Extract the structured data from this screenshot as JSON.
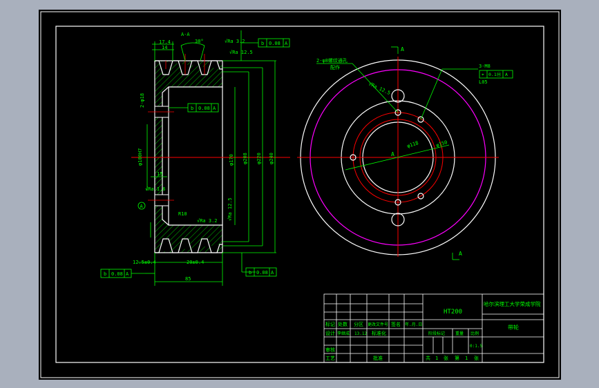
{
  "colors": {
    "window_bg": "#a9b0bd",
    "canvas_bg": "#000000",
    "frame": "#ffffff",
    "dim": "#00ff00",
    "part": "#ffffff",
    "center": "#ff0000",
    "hatch": "#00ff00",
    "magenta": "#ff00ff"
  },
  "section_view": {
    "section_label": "A-A",
    "dim_top_1": "17.4",
    "dim_top_2": "14",
    "angle": "38°",
    "roughness_1": "√Ra 3.2",
    "roughness_2": "√Ra 12.5",
    "runout_top": [
      "b",
      "0.08",
      "A"
    ],
    "runout_mid": [
      "b",
      "0.08",
      "A"
    ],
    "runout_bottom_left": [
      "b",
      "0.08",
      "A"
    ],
    "runout_bottom_right": [
      "b",
      "0.08",
      "A"
    ],
    "dim_phi18": "2-φ18",
    "dim_phi100": "φ100H7",
    "dim_phi170": "φ170",
    "dim_phi208": "φ208",
    "dim_phi220": "φ220",
    "dim_phi240": "φ240",
    "dim_15": "15",
    "roughness_3": "√Ra 1.6",
    "datum": "A",
    "r10": "R10",
    "roughness_4": "√Ra 3.2",
    "roughness_5": "√Ra 12.5",
    "dim_bottom_1": "12.5±0.4",
    "dim_bottom_2": "20±0.4",
    "dim_85": "85"
  },
  "front_view": {
    "section_mark_top": "A",
    "section_mark_bottom": "A",
    "note_holes": "2-φ8螺纹通孔",
    "note_holes_2": "配作",
    "note_m8": "3-M8",
    "note_m8_tol": [
      "⌖",
      "0.1Ⓜ",
      "A"
    ],
    "note_m8_depth": "L05",
    "roughness": "√Ra 12.5",
    "center_label": "A",
    "dim_phi118": "φ118",
    "dim_phi150": "φ150"
  },
  "title_block": {
    "material": "HT200",
    "school": "哈尔滨理工大学荣成学院",
    "part_name": "带轮",
    "row1": [
      "标记",
      "处数",
      "分区",
      "更改文件号",
      "签名",
      "年.月.日"
    ],
    "row2": [
      "设计",
      "李继成",
      "13.12",
      "标准化"
    ],
    "row2_right": [
      "阶段标记",
      "重量",
      "比例"
    ],
    "scale": "0:1.5",
    "row3": [
      "审核",
      "",
      "",
      ""
    ],
    "row4": [
      "工艺",
      "",
      "批准",
      ""
    ],
    "sheets": [
      "共",
      "1",
      "张",
      "第",
      "1",
      "张"
    ]
  }
}
